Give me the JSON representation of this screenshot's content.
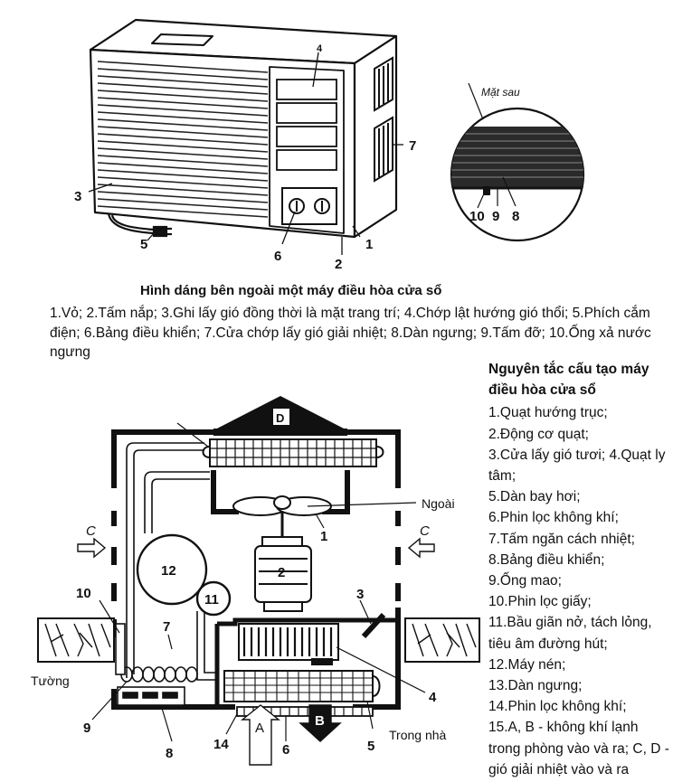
{
  "top_figure": {
    "labels": {
      "n1": "1",
      "n2": "2",
      "n3": "3",
      "n4": "4",
      "n5": "5",
      "n6": "6",
      "n7": "7"
    },
    "inset_title": "Mặt sau",
    "inset_labels": {
      "n8": "8",
      "n9": "9",
      "n10": "10"
    },
    "caption_title": "Hình dáng bên ngoài một máy điều hòa cửa sổ",
    "caption_text": "1.Vỏ; 2.Tấm nắp; 3.Ghi lấy gió đồng thời là mặt trang trí; 4.Chớp lật hướng gió thổi; 5.Phích cắm điện; 6.Bảng điều khiển; 7.Cửa chớp lấy gió giải nhiệt; 8.Dàn ngưng; 9.Tấm đỡ; 10.Ống xả nước ngưng"
  },
  "bottom_figure": {
    "labels": {
      "D": "D",
      "ngoai": "Ngoài",
      "C_left": "C",
      "C_right": "C",
      "n1": "1",
      "n2": "2",
      "n3": "3",
      "n4": "4",
      "n5": "5",
      "n6": "6",
      "n7": "7",
      "n8": "8",
      "n9": "9",
      "n10": "10",
      "n11": "11",
      "n12": "12",
      "n14": "14",
      "A": "A",
      "B": "B",
      "tuong": "Tường",
      "trong_nha": "Trong nhà"
    }
  },
  "legend": {
    "title": "Nguyên tắc cấu tạo máy điều hòa cửa sổ",
    "items": [
      "1.Quạt hướng trục;",
      "2.Động cơ quạt;",
      "3.Cửa lấy gió tươi; 4.Quạt ly tâm;",
      "5.Dàn bay hơi;",
      "6.Phin lọc không khí;",
      "7.Tấm ngăn cách nhiệt;",
      "8.Bảng điều khiển;",
      "9.Ống mao;",
      "10.Phin lọc giấy;",
      "11.Bầu giãn nở, tách lỏng, tiêu âm đường hút;",
      "12.Máy nén;",
      "13.Dàn ngưng;",
      "14.Phin lọc không khí;",
      "15.A, B - không khí lạnh trong phòng vào và ra; C, D - gió giải nhiệt vào và ra"
    ]
  }
}
